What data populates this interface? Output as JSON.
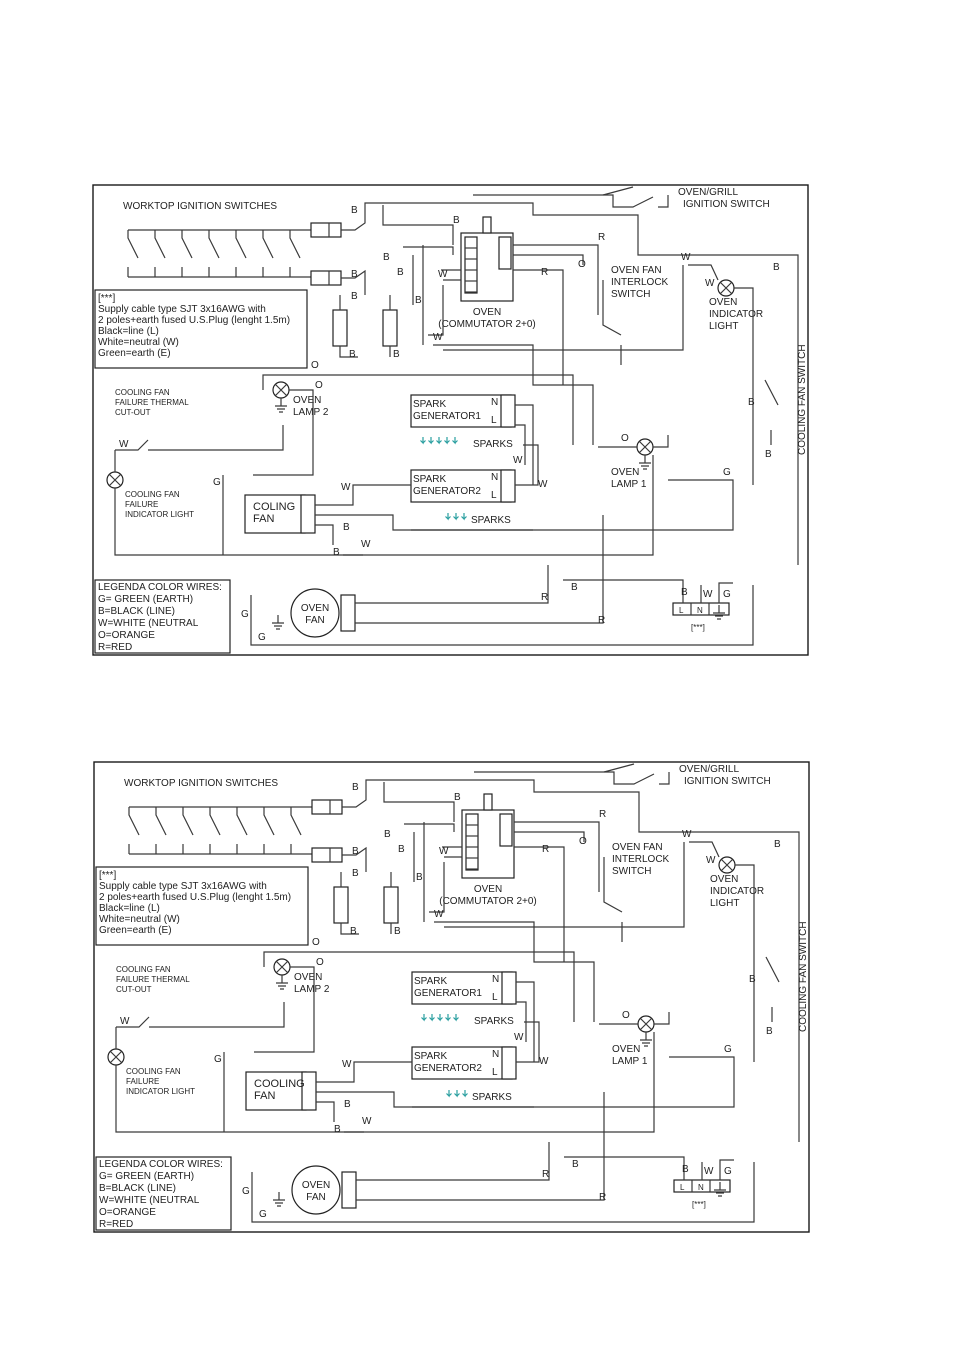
{
  "diagrams": [
    {
      "worktop": "WORKTOP IGNITION SWITCHES",
      "oven_grill_1": "OVEN/GRILL",
      "oven_grill_2": "IGNITION SWITCH",
      "supply_note": [
        "[***]",
        "Supply cable type SJT 3x16AWG with",
        "2 poles+earth fused U.S.Plug (lenght 1.5m)",
        "Black=line (L)",
        "White=neutral (W)",
        "Green=earth (E)"
      ],
      "commutator_1": "OVEN",
      "commutator_2": "(COMMUTATOR 2+0)",
      "interlock": [
        "OVEN FAN",
        "INTERLOCK",
        "SWITCH"
      ],
      "indicator": [
        "OVEN",
        "INDICATOR",
        "LIGHT"
      ],
      "cooling_switch": "COOLING FAN SWITCH",
      "thermal": [
        "COOLING FAN",
        "FAILURE THERMAL",
        "CUT-OUT"
      ],
      "lamp2": [
        "OVEN",
        "LAMP 2"
      ],
      "lamp1": [
        "OVEN",
        "LAMP 1"
      ],
      "spark1": [
        "SPARK",
        "GENERATOR1"
      ],
      "spark2": [
        "SPARK",
        "GENERATOR2"
      ],
      "sparks": "SPARKS",
      "cooling_fan": [
        "COLING",
        "FAN"
      ],
      "failure_light": [
        "COOLING FAN",
        "FAILURE",
        "INDICATOR LIGHT"
      ],
      "legend": [
        "LEGENDA COLOR WIRES:",
        "G= GREEN (EARTH)",
        "B=BLACK (LINE)",
        "W=WHITE (NEUTRAL",
        "O=ORANGE",
        "R=RED"
      ],
      "oven_fan": [
        "OVEN",
        "FAN"
      ],
      "terminal": "[***]",
      "wire_letters": {
        "b": "B",
        "w": "W",
        "g": "G",
        "o": "O",
        "r": "R",
        "n": "N",
        "l": "L"
      }
    },
    {
      "worktop": "WORKTOP IGNITION SWITCHES",
      "oven_grill_1": "OVEN/GRILL",
      "oven_grill_2": "IGNITION SWITCH",
      "supply_note": [
        "[***]",
        "Supply cable type SJT 3x16AWG with",
        "2 poles+earth fused U.S.Plug (lenght 1.5m)",
        "Black=line (L)",
        "White=neutral (W)",
        "Green=earth (E)"
      ],
      "commutator_1": "OVEN",
      "commutator_2": "(COMMUTATOR 2+0)",
      "interlock": [
        "OVEN FAN",
        "INTERLOCK",
        "SWITCH"
      ],
      "indicator": [
        "OVEN",
        "INDICATOR",
        "LIGHT"
      ],
      "cooling_switch": "COOLING FAN SWITCH",
      "thermal": [
        "COOLING FAN",
        "FAILURE THERMAL",
        "CUT-OUT"
      ],
      "lamp2": [
        "OVEN",
        "LAMP 2"
      ],
      "lamp1": [
        "OVEN",
        "LAMP 1"
      ],
      "spark1": [
        "SPARK",
        "GENERATOR1"
      ],
      "spark2": [
        "SPARK",
        "GENERATOR2"
      ],
      "sparks": "SPARKS",
      "cooling_fan": [
        "COOLING",
        "FAN"
      ],
      "failure_light": [
        "COOLING FAN",
        "FAILURE",
        "INDICATOR LIGHT"
      ],
      "legend": [
        "LEGENDA COLOR WIRES:",
        "G= GREEN (EARTH)",
        "B=BLACK (LINE)",
        "W=WHITE (NEUTRAL",
        "O=ORANGE",
        "R=RED"
      ],
      "oven_fan": [
        "OVEN",
        "FAN"
      ],
      "terminal": "[***]",
      "wire_letters": {
        "b": "B",
        "w": "W",
        "g": "G",
        "o": "O",
        "r": "R",
        "n": "N",
        "l": "L"
      }
    }
  ]
}
